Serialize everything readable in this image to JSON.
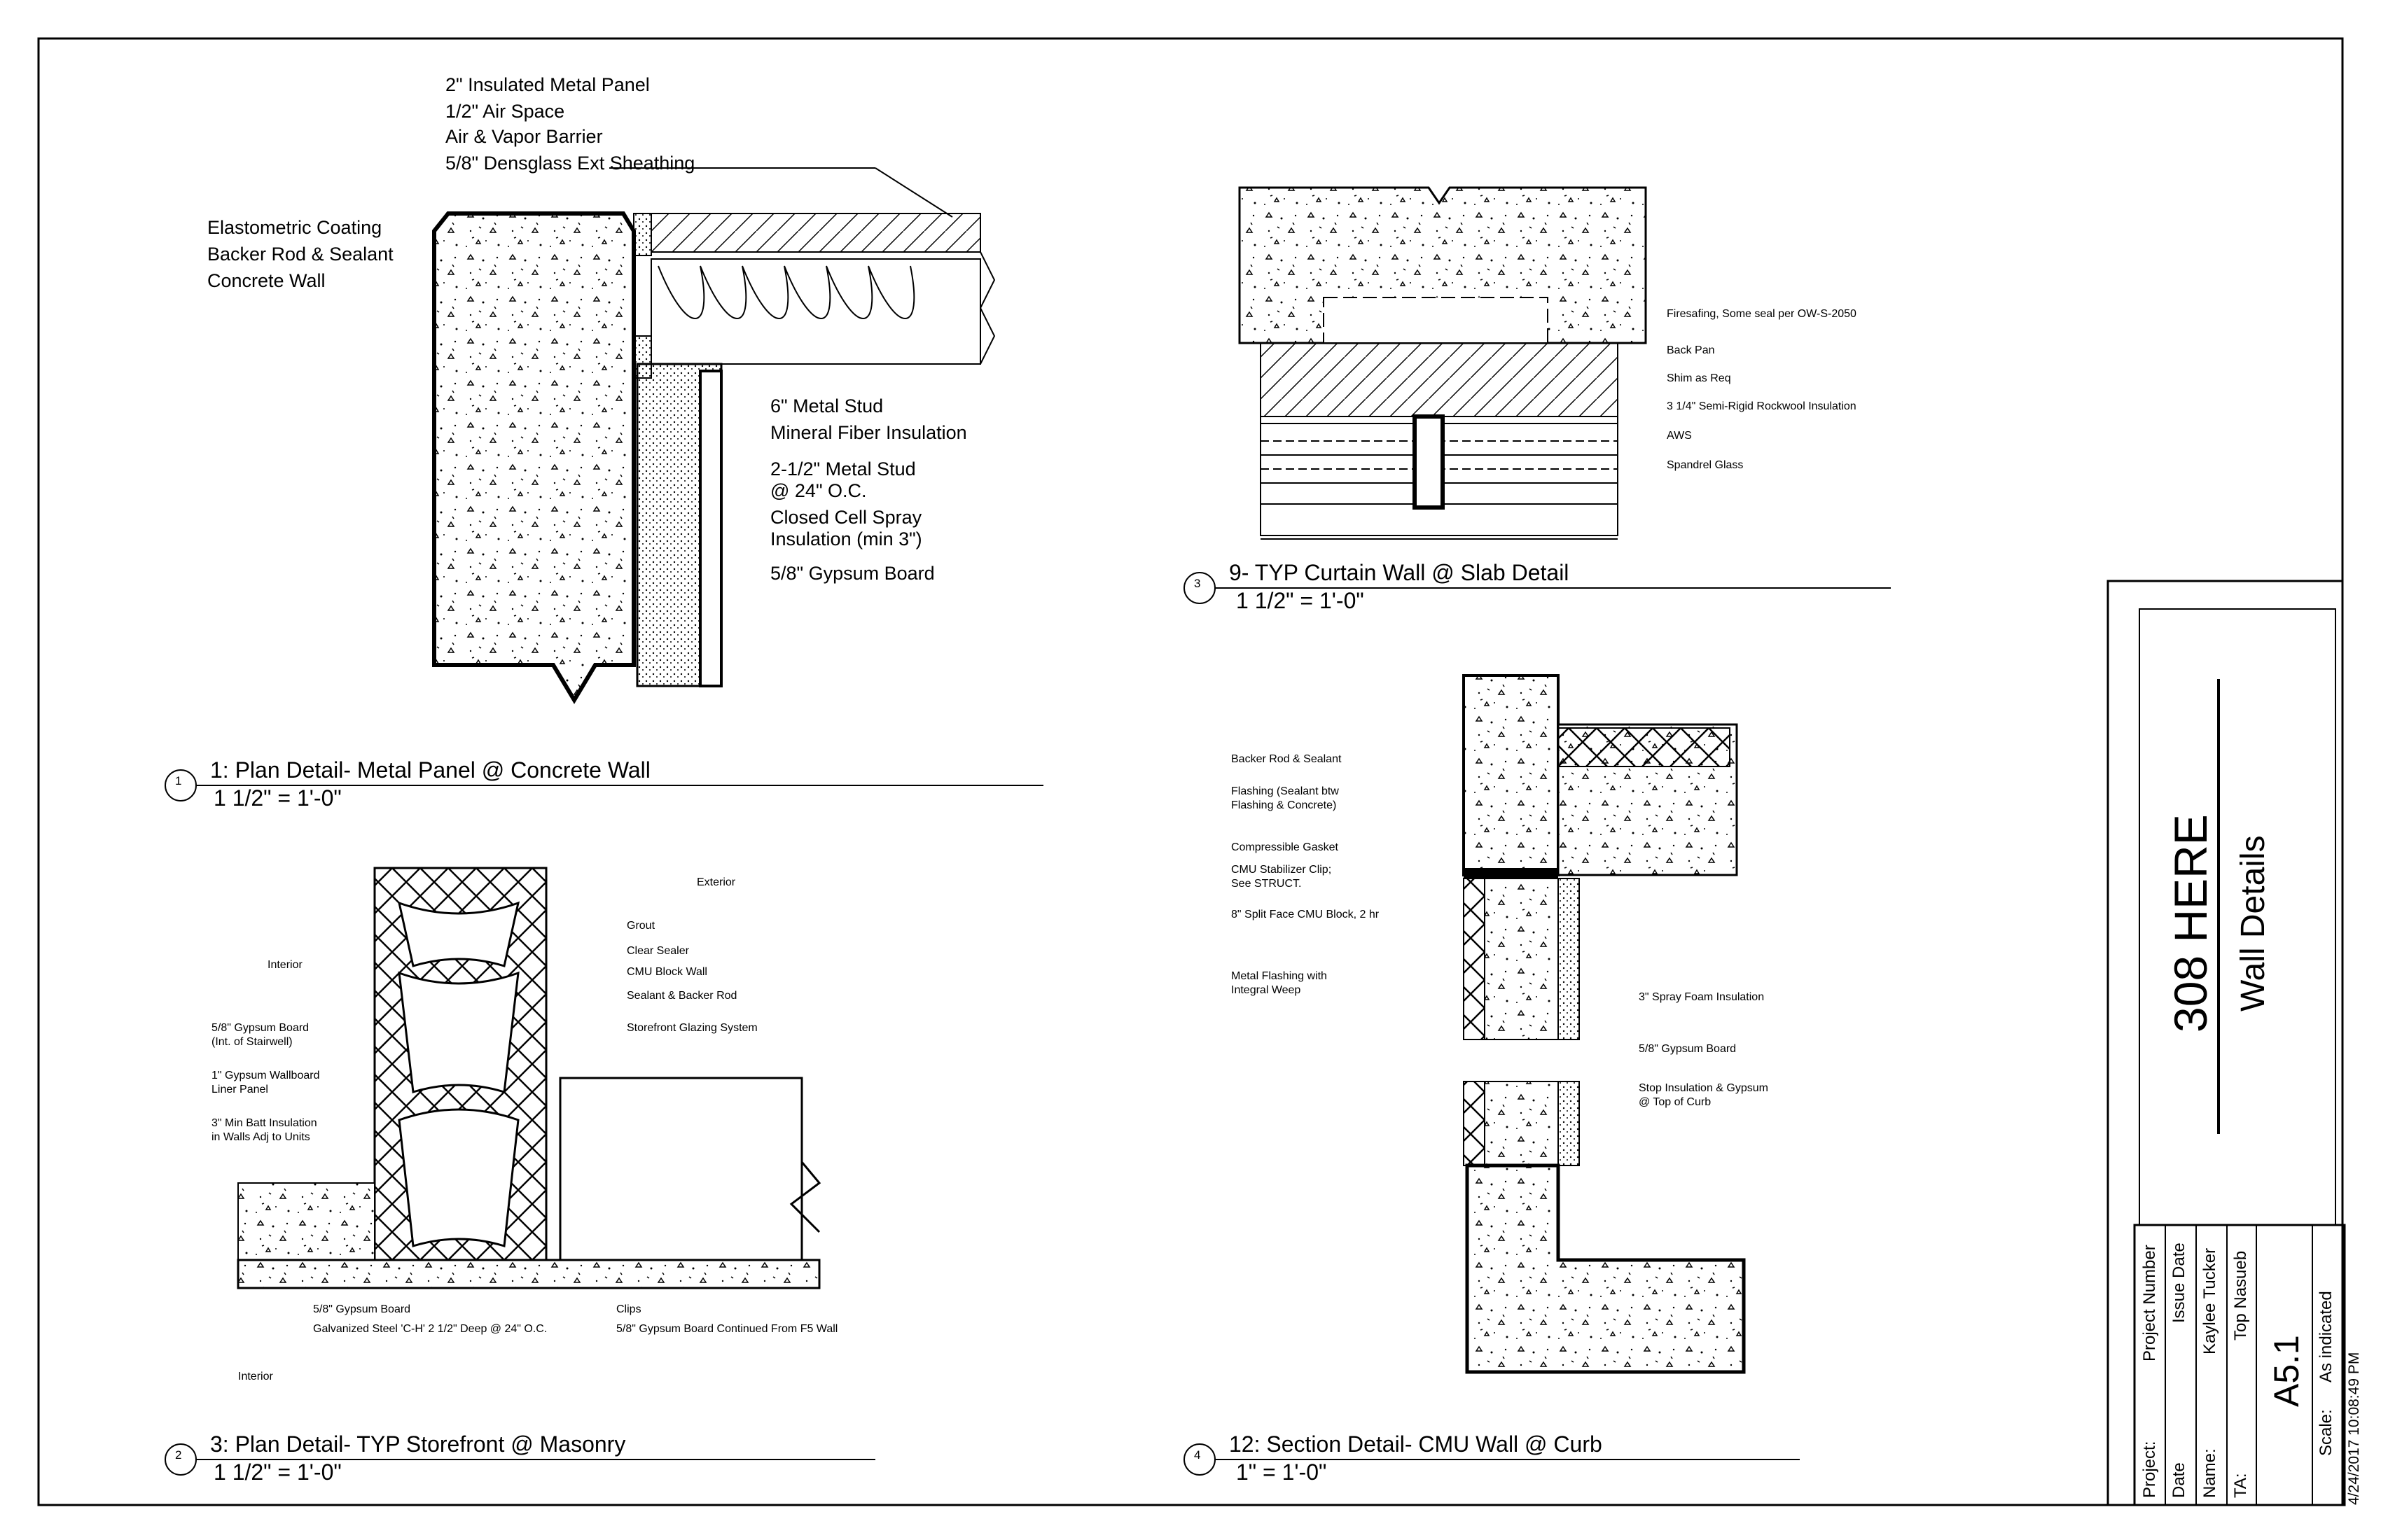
{
  "sheet": {
    "project_name": "308 HERE",
    "sheet_title": "Wall Details",
    "sheet_number": "A5.1",
    "scale_label": "Scale:",
    "scale_value": "As indicated",
    "timestamp": "4/24/2017 10:08:49 PM",
    "fields": [
      {
        "label": "Project:",
        "value": "Project Number"
      },
      {
        "label": "Date",
        "value": "Issue Date"
      },
      {
        "label": "Name:",
        "value": "Kaylee Tucker"
      },
      {
        "label": "TA:",
        "value": "Top Nasueb"
      }
    ]
  },
  "details": [
    {
      "number": "1",
      "title": "1: Plan Detail- Metal Panel @ Concrete Wall",
      "scale": "1 1/2\" = 1'-0\"",
      "labels": [
        "2\" Insulated Metal Panel",
        "1/2\" Air Space",
        "Air & Vapor Barrier",
        "5/8\" Densglass Ext Sheathing",
        "Elastometric Coating",
        "Backer Rod & Sealant",
        "Concrete Wall",
        "6\" Metal Stud",
        "Mineral Fiber Insulation",
        "2-1/2\" Metal Stud",
        "@ 24\" O.C.",
        "Closed Cell Spray",
        "Insulation (min 3\")",
        "5/8\" Gypsum Board"
      ]
    },
    {
      "number": "2",
      "title": "3: Plan Detail- TYP Storefront @ Masonry",
      "scale": "1 1/2\" = 1'-0\"",
      "labels": [
        "Exterior",
        "Interior",
        "Grout",
        "Clear Sealer",
        "CMU Block Wall",
        "Sealant & Backer Rod",
        "Storefront Glazing System",
        "5/8\" Gypsum Board",
        "(Int. of Stairwell)",
        "1\" Gypsum Wallboard",
        "Liner Panel",
        "3\" Min Batt Insulation",
        "in Walls Adj to Units",
        "5/8\" Gypsum Board",
        "Galvanized Steel 'C-H' 2 1/2\" Deep @ 24\" O.C.",
        "Clips",
        "5/8\" Gypsum Board Continued From F5 Wall",
        "Interior"
      ]
    },
    {
      "number": "3",
      "title": "9- TYP Curtain Wall @ Slab Detail",
      "scale": "1 1/2\" = 1'-0\"",
      "labels": [
        "Firesafing, Some seal per OW-S-2050",
        "Back Pan",
        "Shim as Req",
        "3 1/4\" Semi-Rigid Rockwool Insulation",
        "AWS",
        "Spandrel Glass"
      ]
    },
    {
      "number": "4",
      "title": "12: Section Detail- CMU Wall @ Curb",
      "scale": "1\" = 1'-0\"",
      "labels": [
        "Backer Rod & Sealant",
        "Flashing (Sealant btw",
        "Flashing & Concrete)",
        "Compressible Gasket",
        "CMU Stabilizer Clip;",
        "See STRUCT.",
        "8\" Split Face CMU Block, 2 hr",
        "Metal Flashing with",
        "Integral Weep",
        "3\" Spray Foam Insulation",
        "5/8\" Gypsum Board",
        "Stop Insulation & Gypsum",
        "@ Top of Curb"
      ]
    }
  ]
}
